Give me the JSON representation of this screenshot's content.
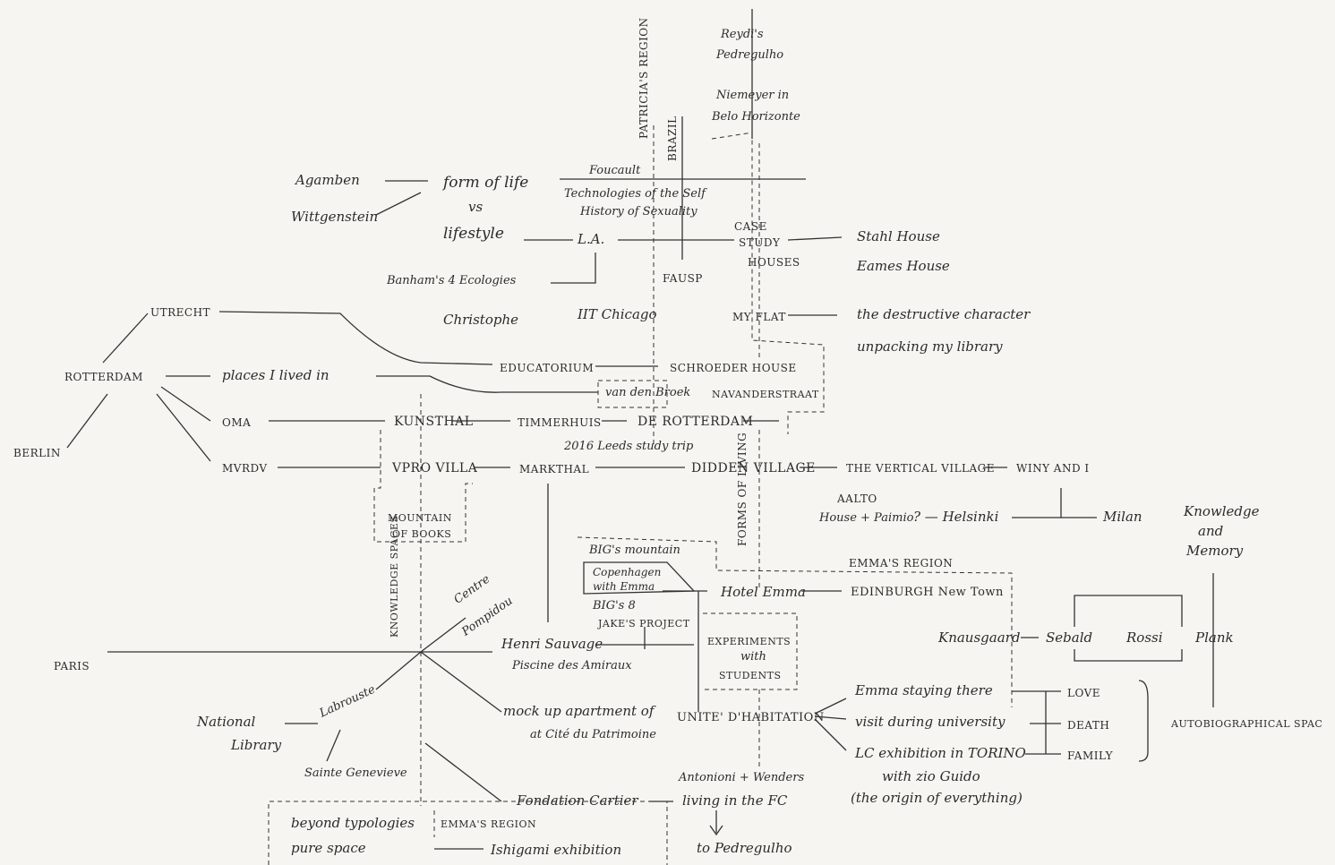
{
  "labels": {
    "reydis": "Reydi's",
    "pedregulho_top": "Pedregulho",
    "niemeyer": "Niemeyer in",
    "belo": "Belo Horizonte",
    "patricias_region": "PATRICIA'S REGION",
    "brazil": "BRAZIL",
    "agamben": "Agamben",
    "wittgenstein": "Wittgenstein",
    "form_of_life": "form of life",
    "vs": "vs",
    "lifestyle": "lifestyle",
    "foucault": "Foucault",
    "technologies": "Technologies of the Self",
    "history": "History of Sexuality",
    "la": "L.A.",
    "case": "CASE",
    "study": "STUDY",
    "houses": "HOUSES",
    "stahl": "Stahl House",
    "eames": "Eames House",
    "banham": "Banham's 4 Ecologies",
    "fausp": "FAUSP",
    "christophe": "Christophe",
    "iit": "IIT Chicago",
    "my_flat": "MY FLAT",
    "destructive": "the destructive character",
    "unpacking": "unpacking my library",
    "utrecht": "UTRECHT",
    "rotterdam": "ROTTERDAM",
    "places": "places I lived in",
    "educatorium": "EDUCATORIUM",
    "schroeder": "SCHROEDER HOUSE",
    "vandenbroek": "van den Broek",
    "navanderstraat": "NAVANDERSTRAAT",
    "berlin": "BERLIN",
    "oma": "OMA",
    "kunsthal": "KUNSTHAL",
    "timmerhuis": "TIMMERHUIS",
    "derotterdam": "DE ROTTERDAM",
    "leeds": "2016 Leeds study trip",
    "mvrdv": "MVRDV",
    "vpro": "VPRO VILLA",
    "markthal": "MARKTHAL",
    "didden": "DIDDEN VILLAGE",
    "vertical": "THE VERTICAL VILLAGE",
    "winy": "WINY AND I",
    "forms_of_living": "FORMS OF LIVING",
    "aalto": "AALTO",
    "house_paimio": "House + Paimio",
    "helsinki": "? — Helsinki",
    "milan": "Milan",
    "knowledge": "Knowledge",
    "and": "and",
    "memory": "Memory",
    "mountain": "MOUNTAIN",
    "of_books": "OF BOOKS",
    "bigs_mountain": "BIG's mountain",
    "copenhagen": "Copenhagen",
    "with_emma": "with Emma",
    "bigs8": "BIG's 8",
    "emmas_region": "EMMA'S REGION",
    "hotel_emma": "Hotel Emma",
    "edinburgh": "EDINBURGH New Town",
    "knowledge_spaces": "KNOWLEDGE SPACES",
    "centre": "Centre",
    "pompidou": "Pompidou",
    "jakes": "JAKE'S PROJECT",
    "knausgaard": "Knausgaard",
    "sebald": "Sebald",
    "rossi": "Rossi",
    "plank": "Plank",
    "paris": "PARIS",
    "henri": "Henri Sauvage",
    "piscine": "Piscine des Amiraux",
    "experiments": "EXPERIMENTS",
    "with": "with",
    "students": "STUDENTS",
    "labrouste": "Labrouste",
    "emma_staying": "Emma staying there",
    "love": "LOVE",
    "mockup": "mock up apartment of",
    "unite": "UNITE' D'HABITATION",
    "visit": "visit during university",
    "death": "DEATH",
    "autobio": "AUTOBIOGRAPHICAL SPAC",
    "national": "National",
    "library": "Library",
    "cite": "at Cité du Patrimoine",
    "lc_exhibition": "LC exhibition in TORINO",
    "family": "FAMILY",
    "sainte": "Sainte Genevieve",
    "with_zio": "with zio Guido",
    "origin": "(the origin of everything)",
    "antonioni": "Antonioni + Wenders",
    "fondation": "Fondation Cartier",
    "living_fc": "living in the FC",
    "beyond": "beyond typologies",
    "emmas_region2": "EMMA'S REGION",
    "pure_space": "pure space",
    "ishigami": "Ishigami exhibition",
    "to_pedregulho": "to Pedregulho"
  }
}
